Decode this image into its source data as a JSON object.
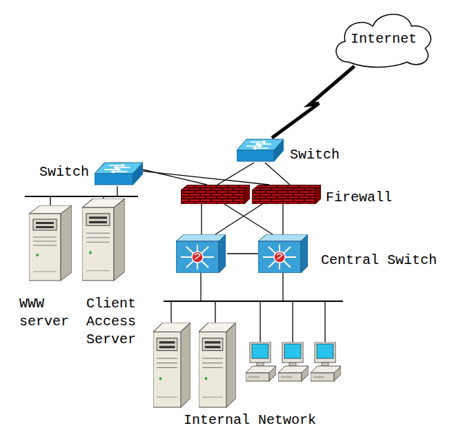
{
  "diagram": {
    "nodes": [
      {
        "text": [
          "Internet"
        ]
      },
      {
        "text": [
          "Switch"
        ]
      },
      {
        "text": [
          "Switch"
        ]
      },
      {
        "text": [
          "Firewall"
        ]
      },
      {
        "text": [
          "Central Switch"
        ]
      },
      {
        "text": [
          "WWW server"
        ]
      },
      {
        "text": [
          "Client Access Server"
        ]
      },
      {
        "text": [
          "Internal Network"
        ]
      }
    ],
    "edges": [
      {
        "from": 0,
        "to": 1,
        "arrow": "none"
      },
      {
        "from": 1,
        "to": 3,
        "arrow": "none"
      },
      {
        "from": 2,
        "to": 3,
        "arrow": "none"
      },
      {
        "from": 3,
        "to": 4,
        "arrow": "none"
      },
      {
        "from": 4,
        "to": 7,
        "arrow": "none"
      }
    ]
  }
}
